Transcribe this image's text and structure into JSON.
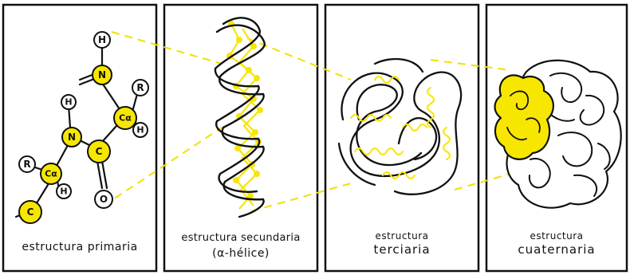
{
  "colors": {
    "highlight": "#f7e600",
    "ink": "#111111",
    "background": "#ffffff",
    "guide": "#f2df00"
  },
  "panels": [
    {
      "id": "primaria",
      "caption_lines": [
        "estructura primaria"
      ],
      "atom_labels": {
        "h_top": "H",
        "n_top": "N",
        "r_right": "R",
        "c_alpha_right": "Cα",
        "h_right": "H",
        "h_mid": "H",
        "n_mid": "N",
        "c_mid": "C",
        "r_left": "R",
        "c_alpha_left": "Cα",
        "h_low": "H",
        "o": "O",
        "c_bottom": "C"
      }
    },
    {
      "id": "secundaria",
      "caption_lines": [
        "estructura secundaria",
        "(α-hélice)"
      ]
    },
    {
      "id": "terciaria",
      "caption_lines": [
        "estructura",
        "terciaria"
      ]
    },
    {
      "id": "cuaternaria",
      "caption_lines": [
        "estructura",
        "cuaternaria"
      ]
    }
  ]
}
